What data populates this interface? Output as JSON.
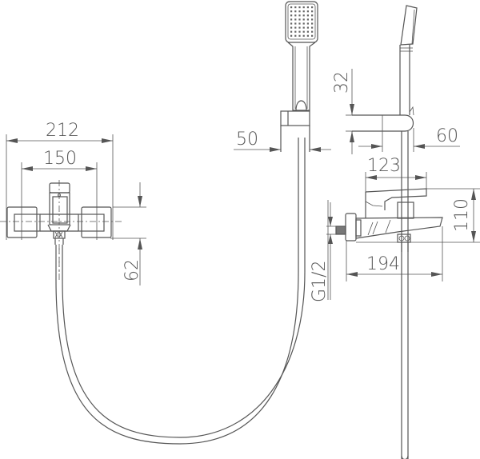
{
  "drawing": {
    "title": "Bath mixer with hand shower - dimensional drawing",
    "line_color": "#555555",
    "views": [
      {
        "name": "front-view",
        "description": "Wall-mounted mixer front view with hose loop"
      },
      {
        "name": "hand-shower-front",
        "description": "Hand shower head in holder, front"
      },
      {
        "name": "side-view",
        "description": "Mixer side profile with hand shower on rail"
      }
    ]
  },
  "dimensions": {
    "width_overall": "212",
    "center_distance": "150",
    "body_height": "62",
    "holder_width": "50",
    "holder_offset": "32",
    "holder_depth": "60",
    "lever_projection": "123",
    "mixer_height": "110",
    "spout_projection": "194",
    "thread": "G1/2"
  }
}
